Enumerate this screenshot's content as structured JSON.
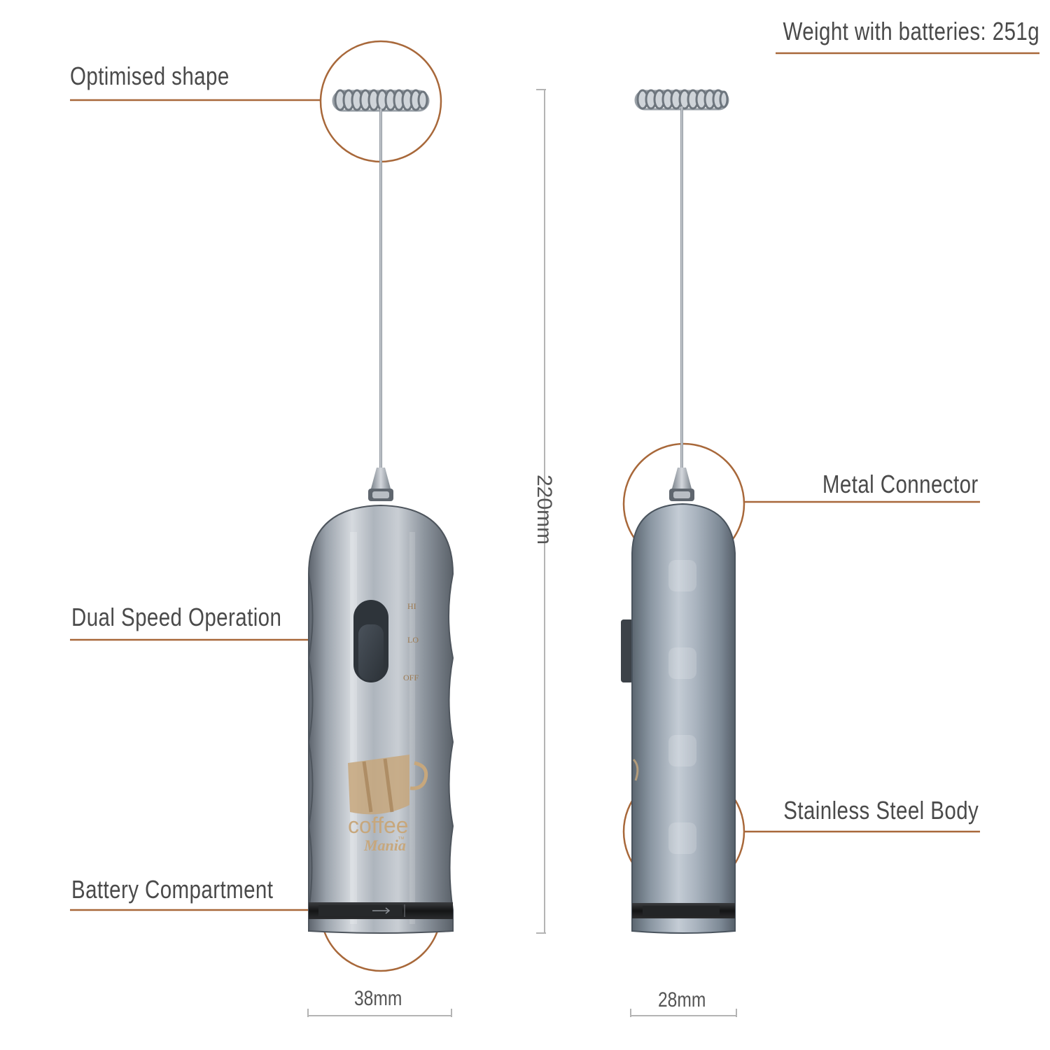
{
  "title": "Weight with batteries: 251g",
  "callouts": {
    "optimised_shape": "Optimised shape",
    "dual_speed": "Dual Speed Operation",
    "battery": "Battery Compartment",
    "metal_connector": "Metal Connector",
    "stainless_body": "Stainless Steel Body"
  },
  "dimensions": {
    "height": "220mm",
    "front_width": "38mm",
    "side_width": "28mm"
  },
  "switch_positions": [
    "HI",
    "LO",
    "OFF"
  ],
  "brand": {
    "line1": "coffee",
    "line2": "Mania",
    "tm": "™"
  },
  "colors": {
    "accent": "#a8683a",
    "text": "#4a4a4a",
    "steel_dark": "#6f7780",
    "steel_light": "#d9dde2",
    "switch": "#3e454d"
  },
  "icons": [
    "whisk-coil-icon",
    "arrow-right-icon",
    "coffee-cup-logo-icon"
  ]
}
